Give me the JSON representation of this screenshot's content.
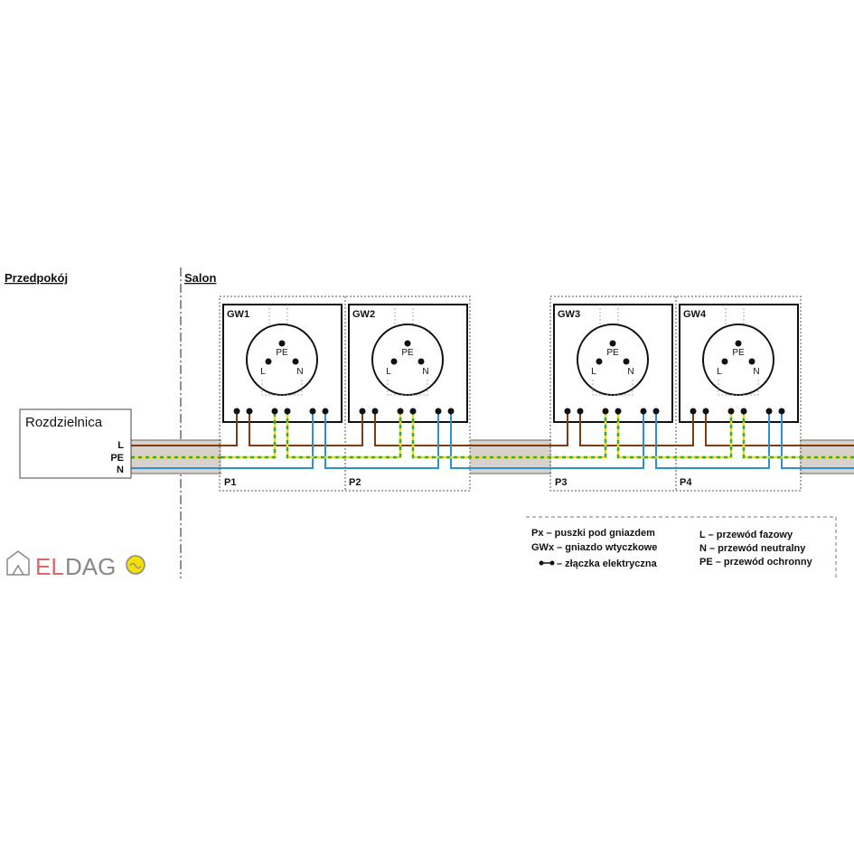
{
  "rooms": {
    "left": "Przedpokój",
    "right": "Salon"
  },
  "panel": {
    "title": "Rozdzielnica",
    "terminals": [
      "L",
      "PE",
      "N"
    ]
  },
  "sockets": [
    {
      "name": "GW1",
      "box": "P1"
    },
    {
      "name": "GW2",
      "box": "P2"
    },
    {
      "name": "GW3",
      "box": "P3"
    },
    {
      "name": "GW4",
      "box": "P4"
    }
  ],
  "socket_pins": {
    "pe": "PE",
    "l": "L",
    "n": "N"
  },
  "legend": {
    "px": "Px – puszki pod gniazdem",
    "gwx": "GWx – gniazdo wtyczkowe",
    "connector": "– złączka elektryczna",
    "l": "L – przewód fazowy",
    "n": "N – przewód neutralny",
    "pe": "PE – przewód ochronny"
  },
  "logo": {
    "text_el": "EL",
    "text_dago": "DAG"
  },
  "colors": {
    "phase": "#7a3e12",
    "neutral": "#2d8fd6",
    "pe_yellow": "#e2e01a",
    "pe_green": "#3ea83a",
    "cable_sheath": "#d9d2cc",
    "logo_grey": "#888888",
    "logo_yellow": "#f2e000"
  }
}
